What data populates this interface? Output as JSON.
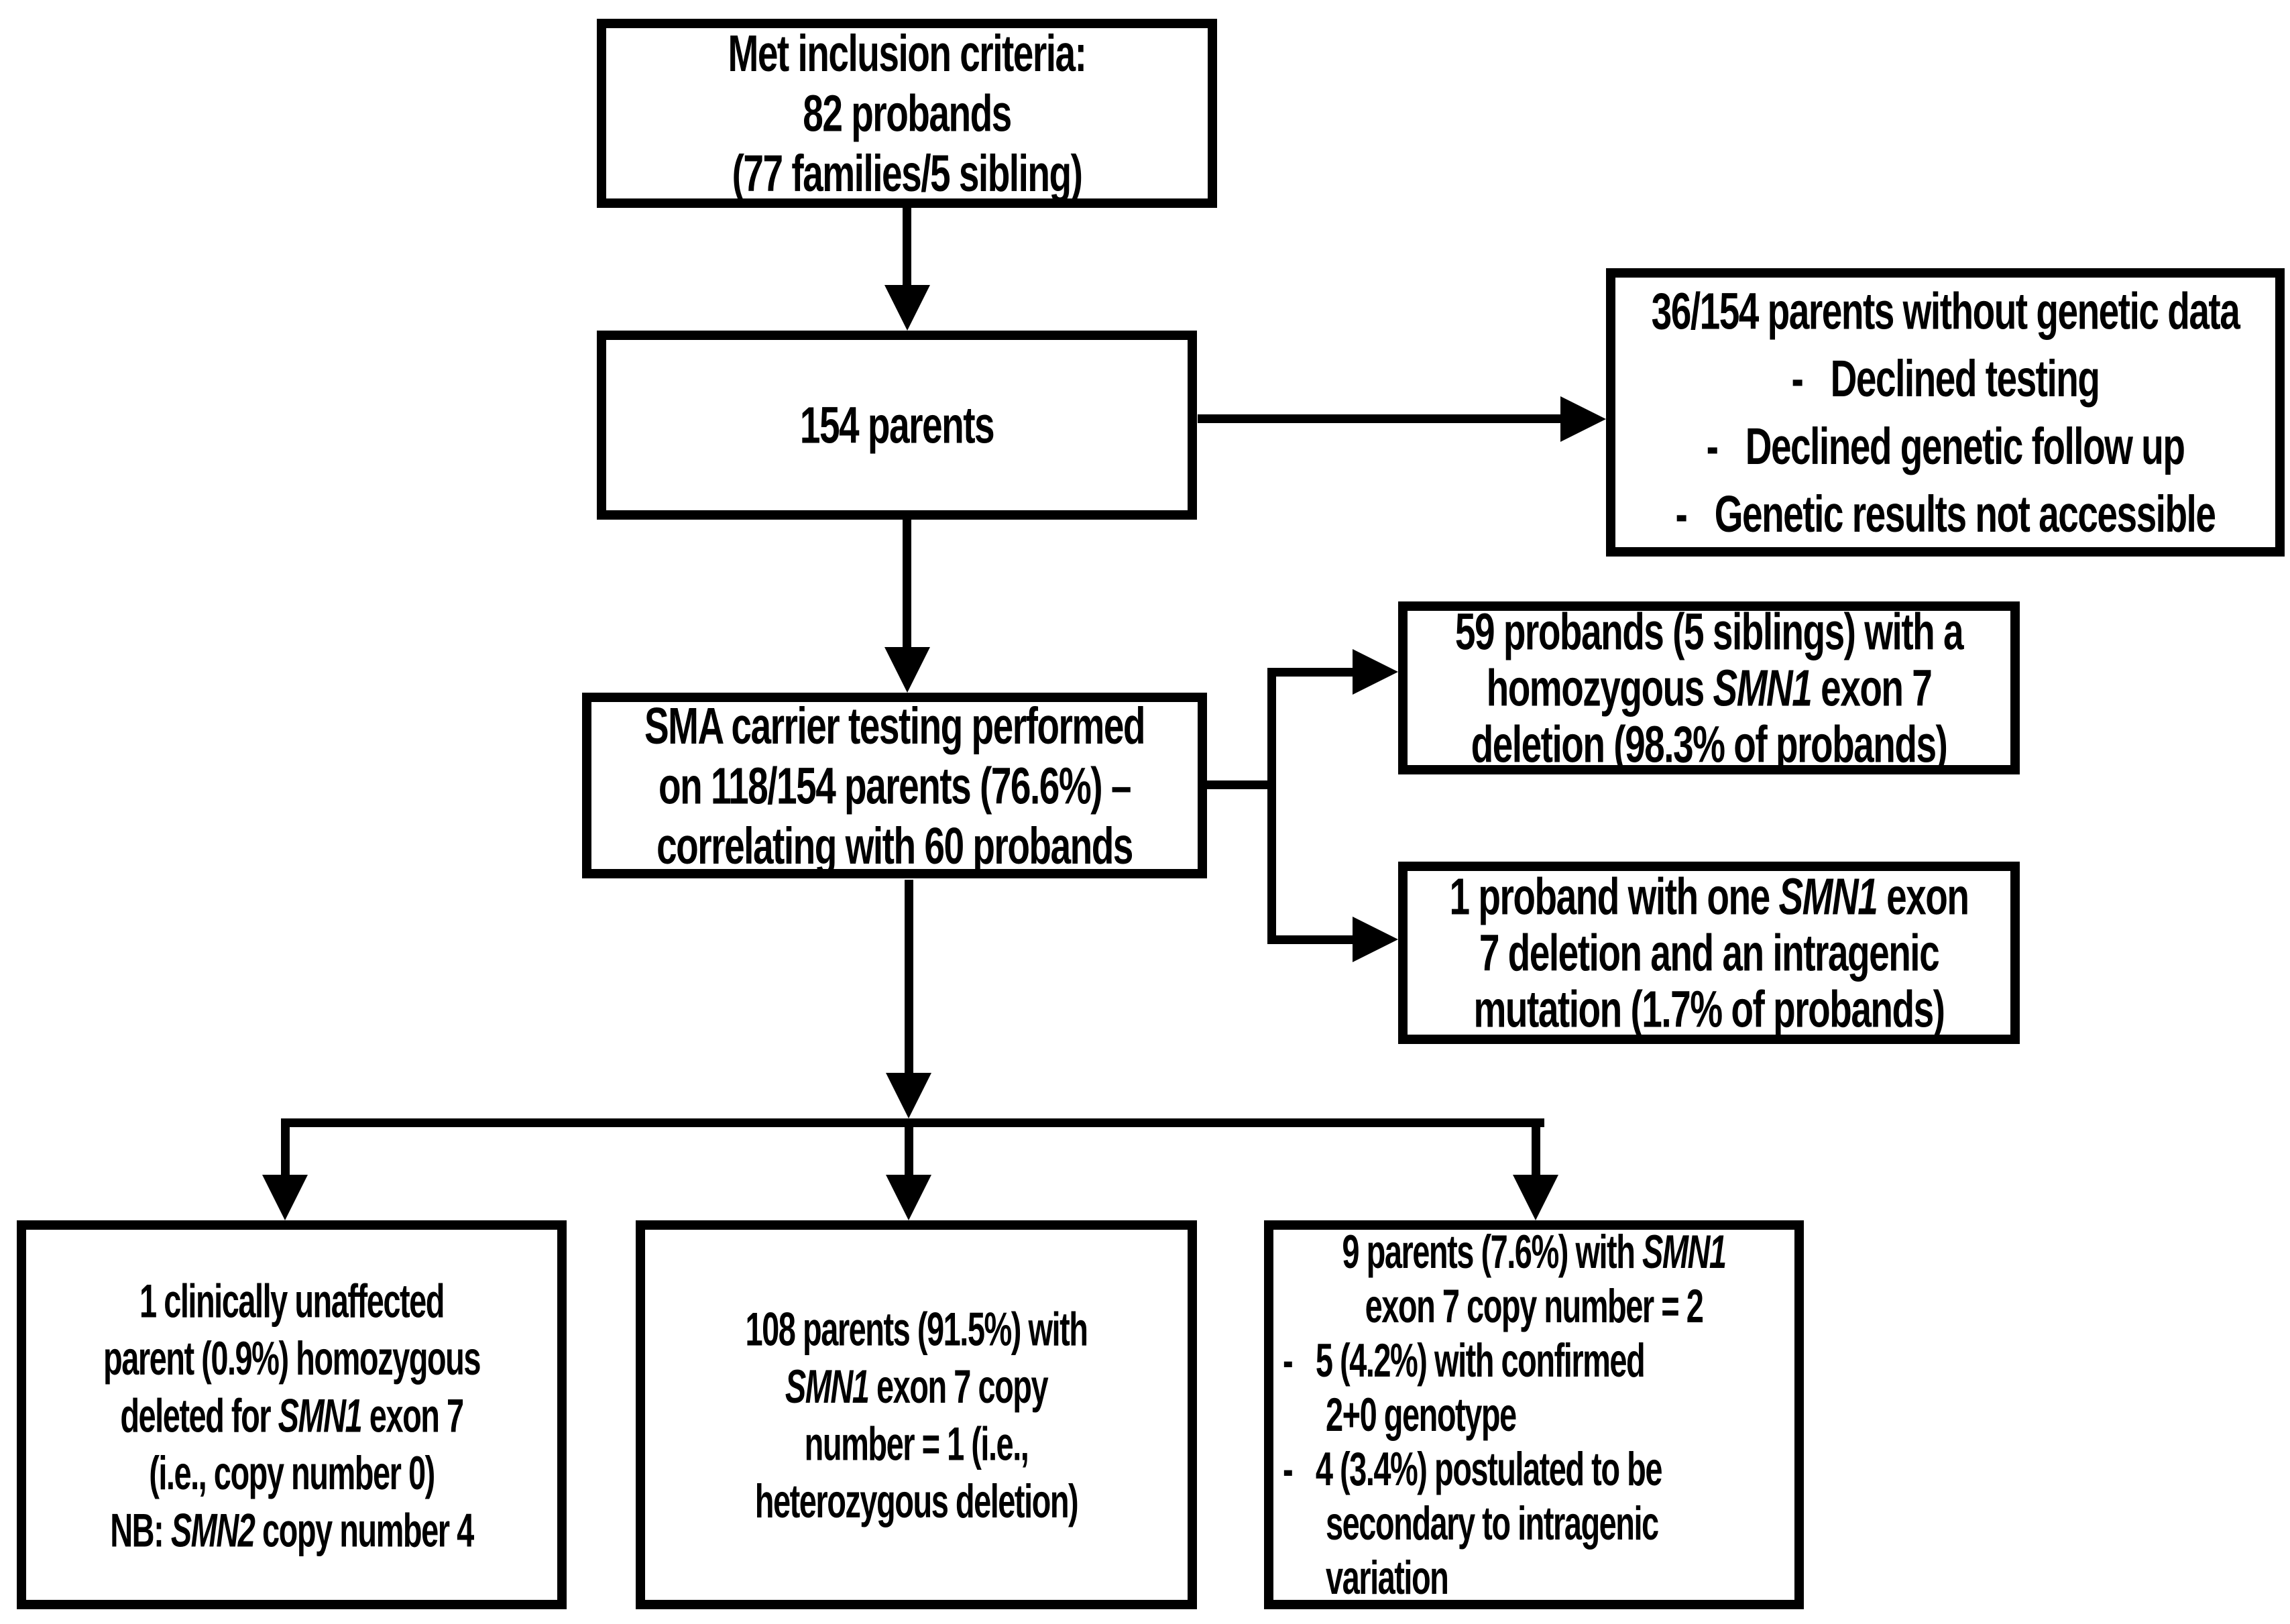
{
  "figure": {
    "type": "flowchart",
    "background_color": "#ffffff",
    "line_color": "#000000",
    "text_color": "#000000"
  },
  "boxes": [
    {
      "id": "met-inclusion-criteria",
      "lines": [
        {
          "style": "center",
          "segments": [
            [
              "Met inclusion criteria:",
              false
            ]
          ]
        },
        {
          "style": "center",
          "segments": [
            [
              "82 probands",
              false
            ]
          ]
        },
        {
          "style": "center",
          "segments": [
            [
              "(77 families/5 sibling)",
              false
            ]
          ]
        }
      ]
    },
    {
      "id": "parents-154",
      "lines": [
        {
          "style": "center",
          "segments": [
            [
              "154 parents",
              false
            ]
          ]
        }
      ]
    },
    {
      "id": "parents-without-genetic-data",
      "lines": [
        {
          "style": "center",
          "segments": [
            [
              "36/154 parents without genetic data",
              false
            ]
          ]
        },
        {
          "style": "center",
          "segments": [
            [
              "-   Declined testing",
              false
            ]
          ]
        },
        {
          "style": "center",
          "segments": [
            [
              "-   Declined genetic follow up",
              false
            ]
          ]
        },
        {
          "style": "center",
          "segments": [
            [
              "-   Genetic results not accessible",
              false
            ]
          ]
        }
      ]
    },
    {
      "id": "sma-carrier-testing",
      "lines": [
        {
          "style": "center",
          "segments": [
            [
              "SMA carrier testing performed",
              false
            ]
          ]
        },
        {
          "style": "center",
          "segments": [
            [
              "on 118/154 parents (76.6%) –",
              false
            ]
          ]
        },
        {
          "style": "center",
          "segments": [
            [
              "correlating with 60 probands",
              false
            ]
          ]
        }
      ]
    },
    {
      "id": "homozygous-deletion-probands",
      "lines": [
        {
          "style": "center",
          "segments": [
            [
              "59 probands (5 siblings) with a",
              false
            ]
          ]
        },
        {
          "style": "center",
          "segments": [
            [
              "homozygous ",
              false
            ],
            [
              "SMN1",
              true
            ],
            [
              " exon 7",
              false
            ]
          ]
        },
        {
          "style": "center",
          "segments": [
            [
              "deletion (98.3% of probands)",
              false
            ]
          ]
        }
      ]
    },
    {
      "id": "intragenic-mutation-proband",
      "lines": [
        {
          "style": "center",
          "segments": [
            [
              "1 proband with one ",
              false
            ],
            [
              "SMN1",
              true
            ],
            [
              " exon",
              false
            ]
          ]
        },
        {
          "style": "center",
          "segments": [
            [
              "7 deletion and an intragenic",
              false
            ]
          ]
        },
        {
          "style": "center",
          "segments": [
            [
              "mutation (1.7% of probands)",
              false
            ]
          ]
        }
      ]
    },
    {
      "id": "homozygous-deleted-parent",
      "lines": [
        {
          "style": "center",
          "segments": [
            [
              "1 clinically unaffected",
              false
            ]
          ]
        },
        {
          "style": "center",
          "segments": [
            [
              "parent (0.9%) homozygous",
              false
            ]
          ]
        },
        {
          "style": "center",
          "segments": [
            [
              "deleted for ",
              false
            ],
            [
              "SMN1",
              true
            ],
            [
              " exon 7",
              false
            ]
          ]
        },
        {
          "style": "center",
          "segments": [
            [
              "(i.e., copy number 0)",
              false
            ]
          ]
        },
        {
          "style": "center",
          "segments": [
            [
              "NB: ",
              false
            ],
            [
              "SMN2",
              true
            ],
            [
              " copy number 4",
              false
            ]
          ]
        }
      ]
    },
    {
      "id": "copy-number-1-parents",
      "lines": [
        {
          "style": "center",
          "segments": [
            [
              "108 parents (91.5%) with",
              false
            ]
          ]
        },
        {
          "style": "center",
          "segments": [
            [
              "SMN1",
              true
            ],
            [
              " exon 7 copy",
              false
            ]
          ]
        },
        {
          "style": "center",
          "segments": [
            [
              "number = 1 (i.e.,",
              false
            ]
          ]
        },
        {
          "style": "center",
          "segments": [
            [
              "heterozygous deletion)",
              false
            ]
          ]
        }
      ]
    },
    {
      "id": "copy-number-2-parents",
      "lines": [
        {
          "style": "center",
          "segments": [
            [
              "9 parents (7.6%) with ",
              false
            ],
            [
              "SMN1",
              true
            ]
          ]
        },
        {
          "style": "center",
          "segments": [
            [
              "exon 7 copy number = 2",
              false
            ]
          ]
        },
        {
          "style": "bullet",
          "segments": [
            [
              "-   5 (4.2%) with confirmed",
              false
            ]
          ]
        },
        {
          "style": "cont",
          "segments": [
            [
              "2+0 genotype",
              false
            ]
          ]
        },
        {
          "style": "bullet",
          "segments": [
            [
              "-   4 (3.4%) postulated to be",
              false
            ]
          ]
        },
        {
          "style": "cont",
          "segments": [
            [
              "secondary to intragenic",
              false
            ]
          ]
        },
        {
          "style": "cont",
          "segments": [
            [
              "variation",
              false
            ]
          ]
        }
      ]
    }
  ]
}
